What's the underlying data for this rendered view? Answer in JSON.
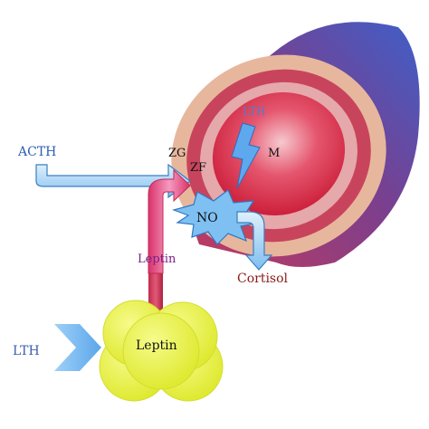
{
  "labels": {
    "acth": "ACTH",
    "zg": "ZG",
    "zf": "ZF",
    "m": "M",
    "lth_zone": "LTH",
    "no": "NO",
    "cortisol": "Cortisol",
    "leptin_arrow": "Leptin",
    "leptin_cell": "Leptin",
    "lth": "LTH"
  },
  "colors": {
    "acth_text": "#2c5fb0",
    "cortisol_text": "#8a1a1a",
    "leptin_arrow_text": "#7a1f8a",
    "lth_text": "#3a5fb0",
    "lth_zone_text": "#4a7fd0",
    "arrow_blue": "#8ec8f5",
    "arrow_blue_stroke": "#3a7fc0",
    "arrow_pink": "#f08cb0",
    "adipocyte": "#ecf63a"
  }
}
